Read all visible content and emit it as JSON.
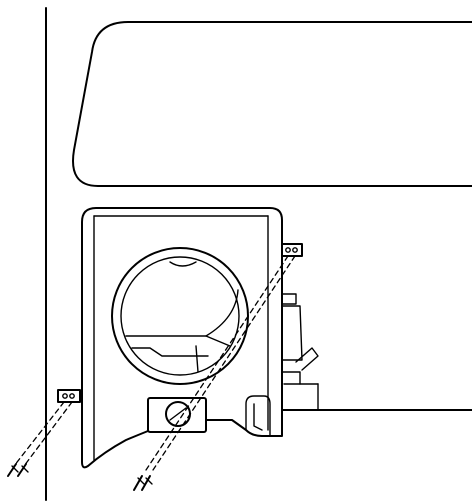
{
  "figure": {
    "kind": "exploded installation line drawing",
    "colors": {
      "line": "#000000",
      "background": "#ffffff"
    },
    "parts": [
      "wall-line",
      "appliance-cabinet-outline",
      "housing-unit",
      "circular-port",
      "control-knob",
      "mounting-bracket-left",
      "mounting-bracket-right",
      "mounting-screw-left-pair",
      "mounting-screw-bottom-pair",
      "side-fittings",
      "floor-ledge"
    ]
  }
}
